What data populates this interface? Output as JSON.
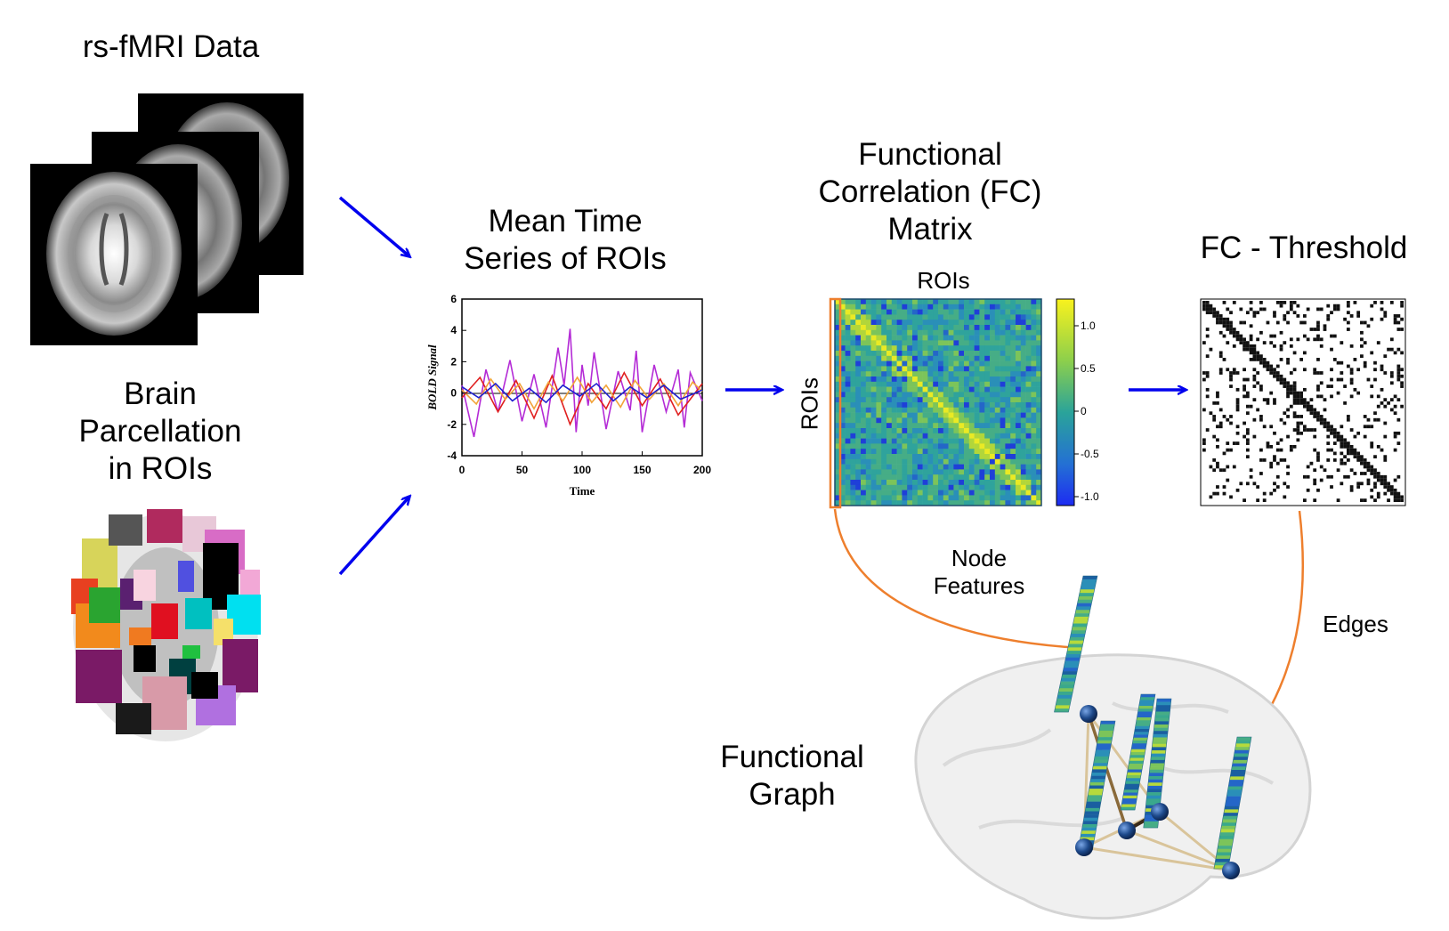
{
  "labels": {
    "rsfmri": "rs-fMRI Data",
    "parcellation": [
      "Brain",
      "Parcellation",
      "in ROIs"
    ],
    "mean_ts": [
      "Mean Time",
      "Series of ROIs"
    ],
    "fc_matrix": [
      "Functional",
      "Correlation (FC)",
      "Matrix"
    ],
    "fc_threshold": "FC - Threshold",
    "rois_top": "ROIs",
    "rois_side": "ROIs",
    "node_features": [
      "Node",
      "Features"
    ],
    "edges": "Edges",
    "functional_graph": [
      "Functional",
      "Graph"
    ]
  },
  "colors": {
    "arrow_blue": "#0000ee",
    "arrow_orange": "#ee7f2d",
    "node": "#1e4a8c",
    "edge": "#d9c49a"
  },
  "chart_data": {
    "type": "line",
    "title": "",
    "xlabel": "Time",
    "ylabel": "BOLD Signal",
    "xlim": [
      0,
      200
    ],
    "ylim": [
      -4,
      6
    ],
    "xticks": [
      0,
      50,
      100,
      150,
      200
    ],
    "yticks": [
      -4,
      -2,
      0,
      2,
      4,
      6
    ],
    "series": [
      {
        "color": "#b42bd6",
        "x": [
          0,
          10,
          20,
          30,
          40,
          50,
          60,
          70,
          80,
          85,
          90,
          95,
          100,
          105,
          110,
          120,
          130,
          140,
          145,
          150,
          160,
          170,
          180,
          185,
          190,
          200
        ],
        "y": [
          0.5,
          -2.8,
          1.5,
          -1.2,
          2.1,
          -1.8,
          1.2,
          -2.2,
          2.9,
          0.5,
          4.1,
          -2.5,
          1.8,
          -0.8,
          2.6,
          -2.3,
          1.4,
          -1.1,
          2.7,
          -2.5,
          1.8,
          -1.2,
          1.5,
          -2.2,
          1.3,
          -0.5
        ]
      },
      {
        "color": "#e02020",
        "x": [
          0,
          15,
          30,
          45,
          60,
          75,
          90,
          105,
          120,
          135,
          150,
          165,
          180,
          200
        ],
        "y": [
          -0.3,
          1.0,
          -1.2,
          0.8,
          -1.6,
          1.1,
          -2.0,
          0.6,
          -1.0,
          1.3,
          -0.8,
          0.9,
          -1.4,
          0.6
        ]
      },
      {
        "color": "#f2a43a",
        "x": [
          0,
          12,
          24,
          36,
          48,
          60,
          72,
          84,
          96,
          108,
          120,
          132,
          144,
          156,
          168,
          180,
          192,
          200
        ],
        "y": [
          0.2,
          -0.7,
          0.9,
          -0.4,
          0.6,
          -1.0,
          0.7,
          -0.5,
          1.0,
          -0.6,
          0.5,
          -0.9,
          0.8,
          -0.4,
          0.6,
          -0.8,
          0.7,
          0.1
        ]
      },
      {
        "color": "#2020d0",
        "x": [
          0,
          14,
          28,
          42,
          56,
          70,
          84,
          98,
          112,
          126,
          140,
          154,
          168,
          182,
          200
        ],
        "y": [
          0.4,
          -0.3,
          0.6,
          -0.5,
          0.3,
          -0.6,
          0.5,
          -0.2,
          0.6,
          -0.5,
          0.4,
          -0.3,
          0.5,
          -0.4,
          0.2
        ]
      }
    ]
  },
  "colorbar": {
    "ticks": [
      "1.0",
      "0.5",
      "0",
      "-0.5",
      "-1.0"
    ]
  }
}
